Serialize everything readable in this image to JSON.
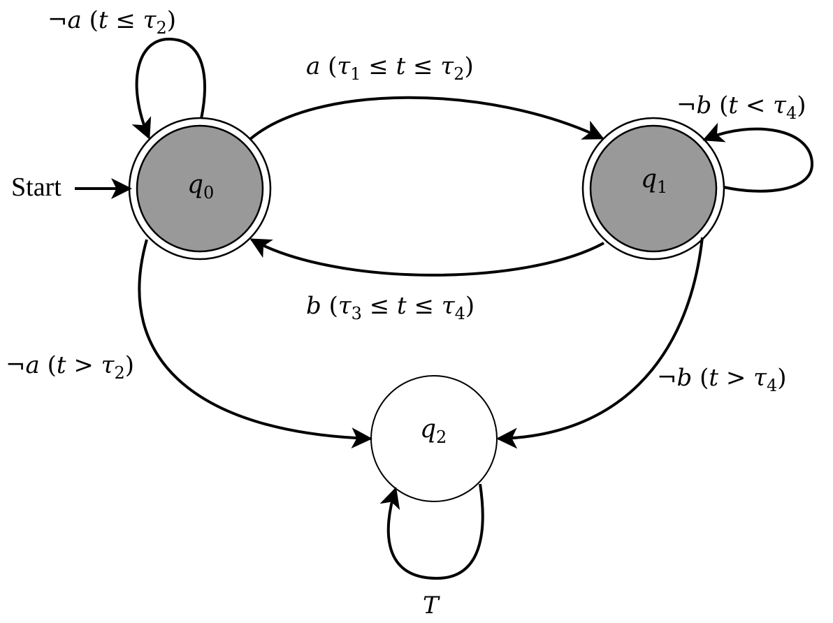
{
  "start": {
    "label": "Start"
  },
  "states": [
    {
      "id": "q0",
      "name": "q",
      "sub": "0",
      "fill": "#999999",
      "accepting": true
    },
    {
      "id": "q1",
      "name": "q",
      "sub": "1",
      "fill": "#999999",
      "accepting": true
    },
    {
      "id": "q2",
      "name": "q",
      "sub": "2",
      "fill": "#ffffff",
      "accepting": false
    }
  ],
  "transitions": {
    "q0_self": {
      "neg": "¬",
      "sym": "a",
      "open": " (",
      "t": "t",
      "op": " ≤ ",
      "tau": "τ",
      "sub": "2",
      "close": ")"
    },
    "q0_q1": {
      "sym": "a",
      "open": " (",
      "tau1": "τ",
      "sub1": "1",
      "op1": " ≤ ",
      "t": "t",
      "op2": " ≤ ",
      "tau2": "τ",
      "sub2": "2",
      "close": ")"
    },
    "q1_self": {
      "neg": "¬",
      "sym": "b",
      "open": " (",
      "t": "t",
      "op": " < ",
      "tau": "τ",
      "sub": "4",
      "close": ")"
    },
    "q1_q0": {
      "sym": "b",
      "open": " (",
      "tau1": "τ",
      "sub1": "3",
      "op1": " ≤ ",
      "t": "t",
      "op2": " ≤ ",
      "tau2": "τ",
      "sub2": "4",
      "close": ")"
    },
    "q0_q2": {
      "neg": "¬",
      "sym": "a",
      "open": " (",
      "t": "t",
      "op": " > ",
      "tau": "τ",
      "sub": "2",
      "close": ")"
    },
    "q1_q2": {
      "neg": "¬",
      "sym": "b",
      "open": " (",
      "t": "t",
      "op": " > ",
      "tau": "τ",
      "sub": "4",
      "close": ")"
    },
    "q2_self": {
      "sym": "T"
    }
  }
}
